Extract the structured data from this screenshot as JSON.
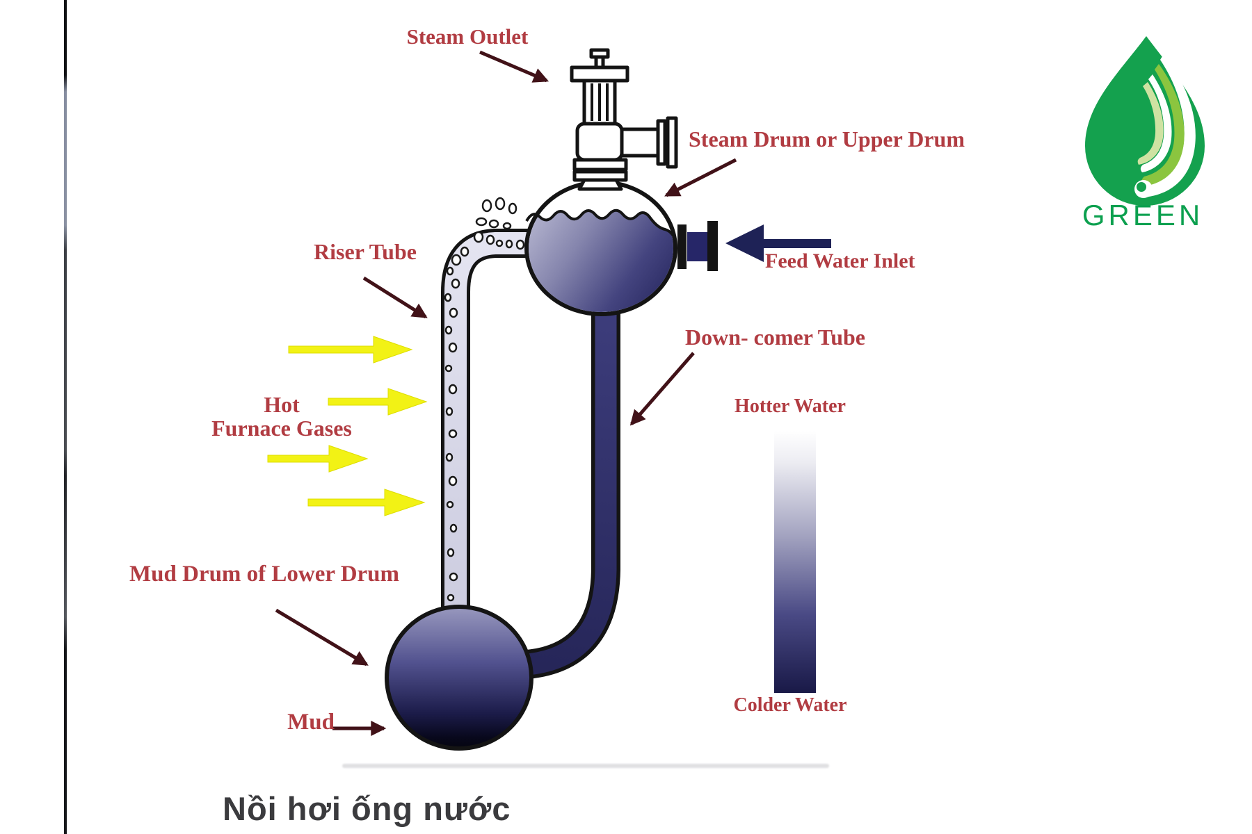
{
  "title": {
    "text": "Nồi hơi ống nước"
  },
  "logo": {
    "wordmark": "GREEN",
    "drop_color": "#14a14e",
    "swirl_mid_color": "#8bc53f",
    "swirl_light_color": "#cfe2a2"
  },
  "diagram": {
    "labels": {
      "steam_outlet": "Steam Outlet",
      "steam_drum": "Steam Drum or Upper Drum",
      "feed_water_inlet": "Feed Water Inlet",
      "riser_tube": "Riser Tube",
      "downcomer_tube": "Down- comer Tube",
      "hot_furnace_gases": [
        "Hot",
        "Furnace Gases"
      ],
      "mud_drum": "Mud Drum of Lower Drum",
      "mud": "Mud",
      "hotter_water": "Hotter Water",
      "colder_water": "Colder Water"
    },
    "colors": {
      "label_red": "#b13c42",
      "annotation_arrow_maroon": "#411218",
      "hot_gas_arrow_yellow": "#f2f215",
      "feed_water_arrow_navy": "#1e2256",
      "water_dark_navy": "#24245c",
      "water_light": "#b9b9d2",
      "riser_tube_fill": "#d9d9e9",
      "downcomer_fill": "#30306a"
    }
  }
}
